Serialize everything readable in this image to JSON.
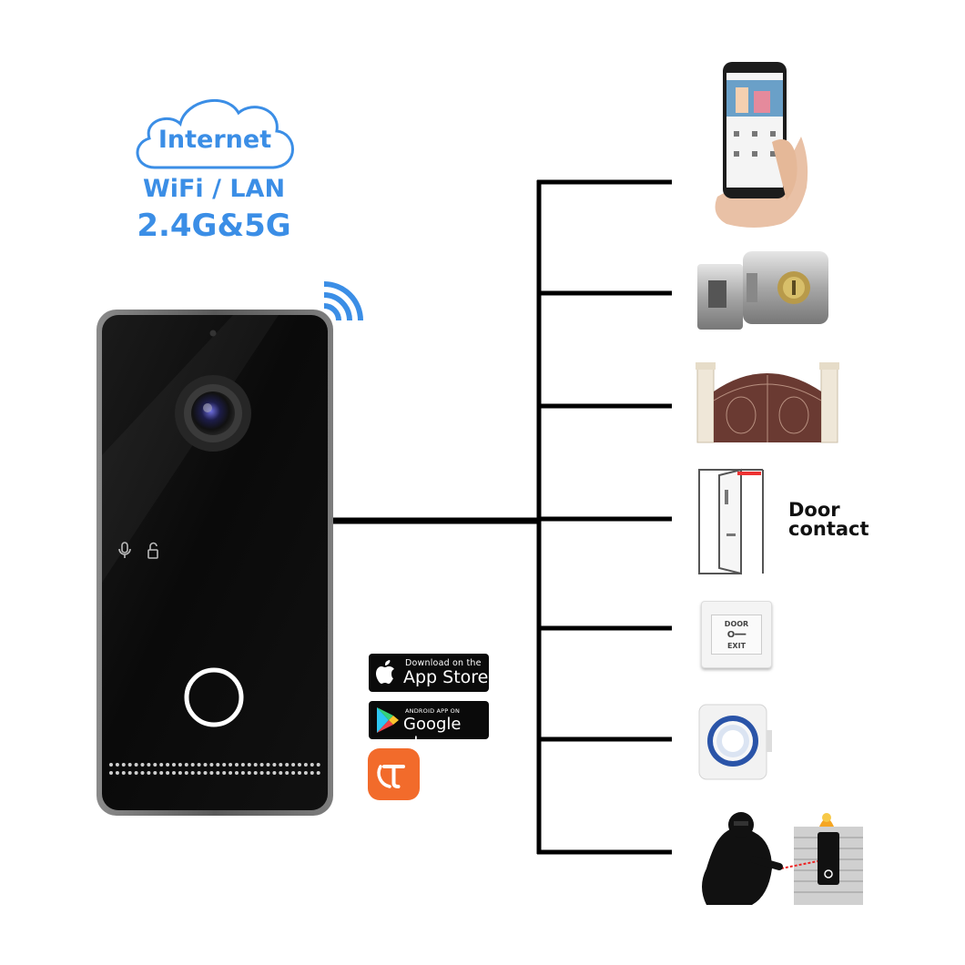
{
  "network": {
    "cloud_label": "Internet",
    "connection": "WiFi / LAN",
    "bands": "2.4G&5G"
  },
  "store_badges": {
    "appstore_small": "Download on the",
    "appstore_big": "App Store",
    "gplay_small": "ANDROID APP ON",
    "gplay_big": "Google play"
  },
  "devices": {
    "door_contact_line1": "Door",
    "door_contact_line2": "contact",
    "exit_button_line1": "DOOR",
    "exit_button_line2": "EXIT"
  },
  "icons": [
    "cloud-icon",
    "wifi-icon",
    "microphone-icon",
    "unlock-icon",
    "apple-icon",
    "google-play-icon",
    "tuya-icon"
  ],
  "colors": {
    "accent_blue": "#3b8ee6",
    "tuya_orange": "#f26b2b",
    "wire": "#000000"
  }
}
